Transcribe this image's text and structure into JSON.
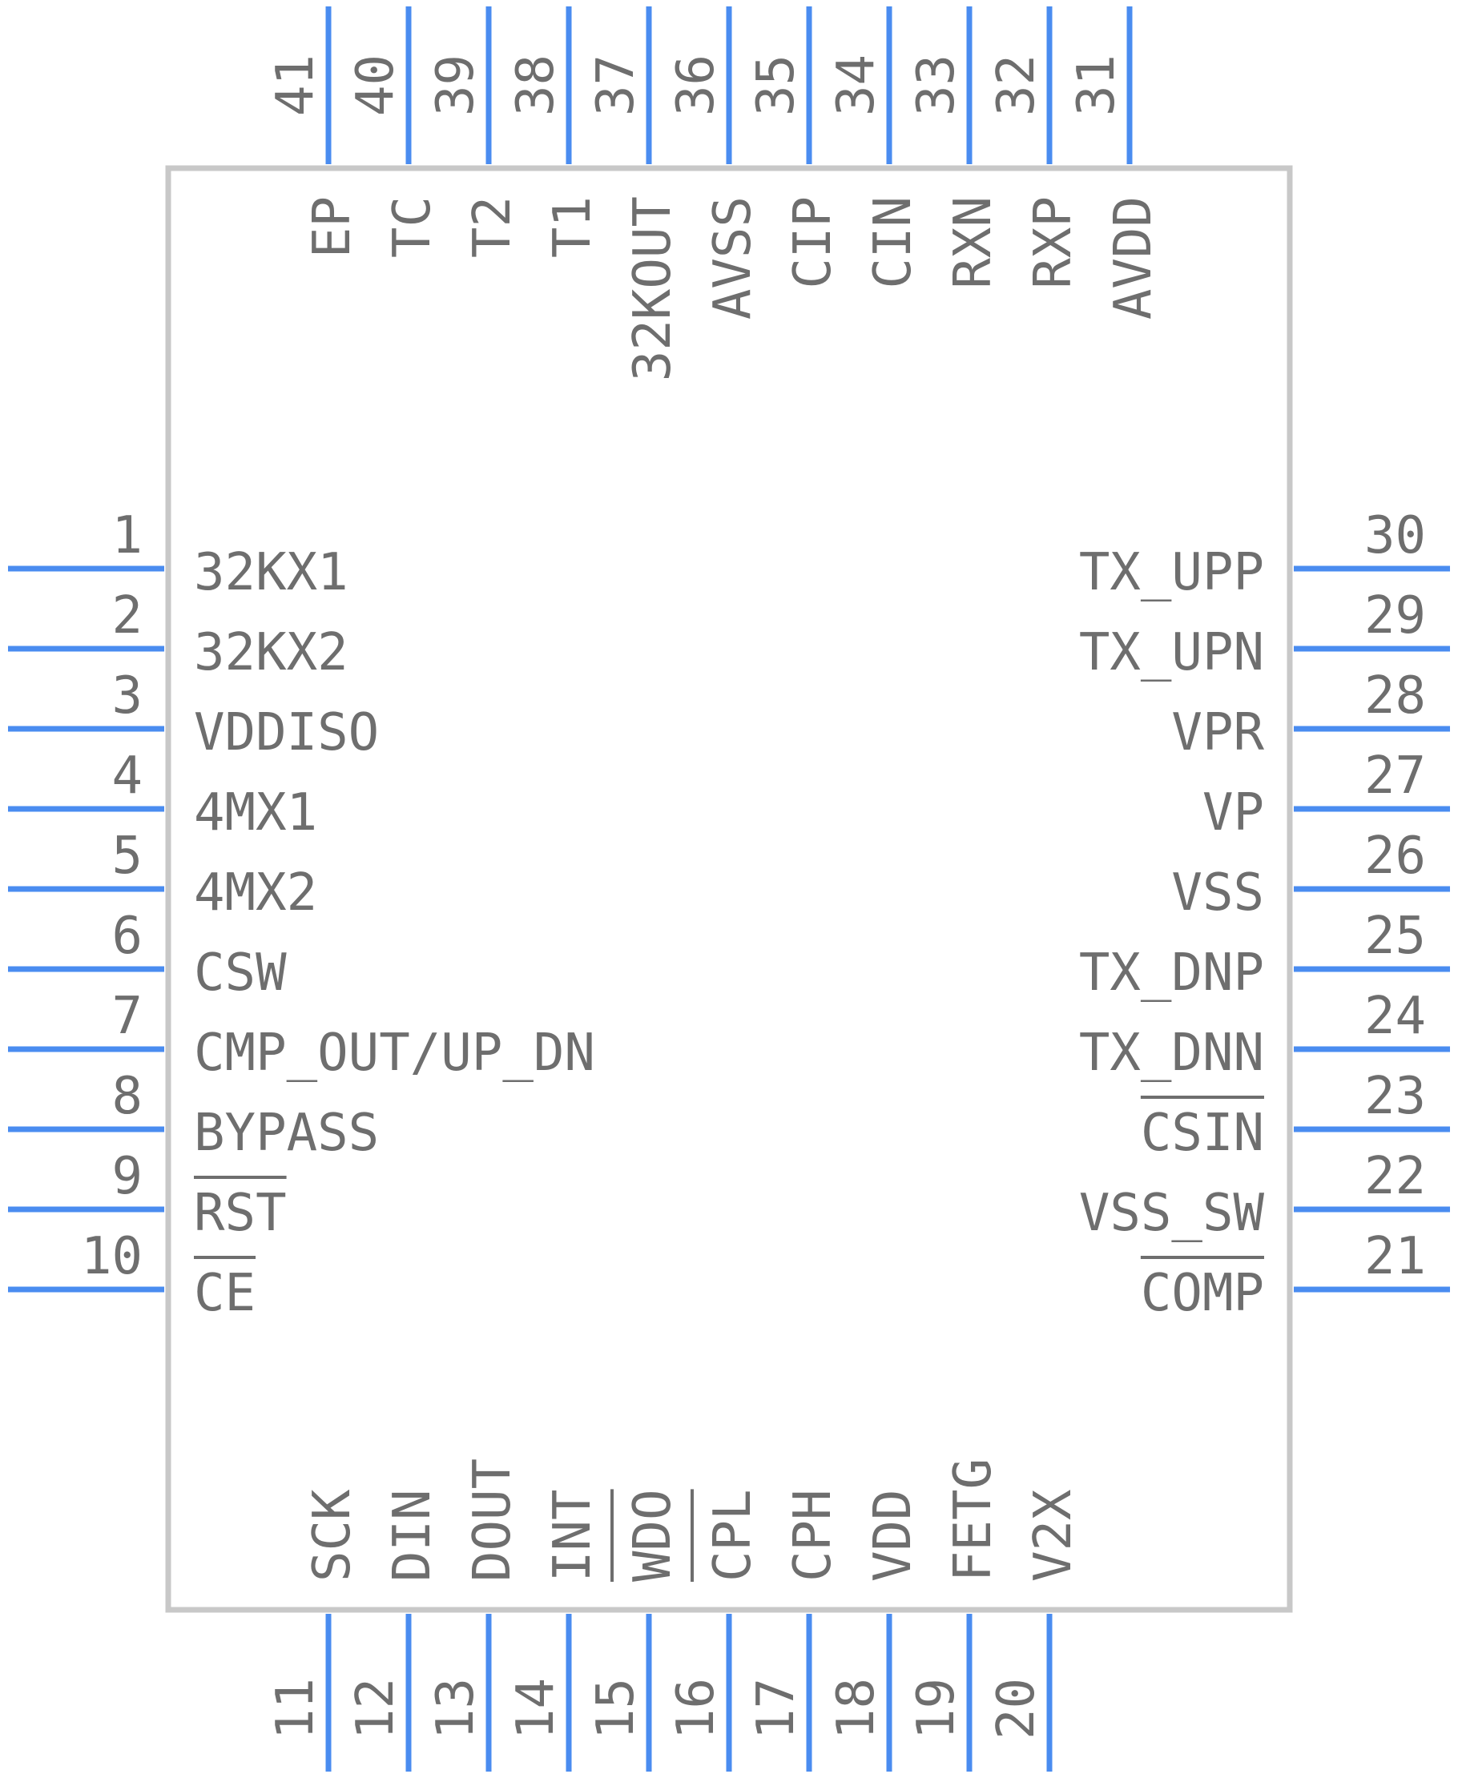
{
  "component": {
    "pins_left": [
      {
        "number": "1",
        "name": "32KX1"
      },
      {
        "number": "2",
        "name": "32KX2"
      },
      {
        "number": "3",
        "name": "VDDISO"
      },
      {
        "number": "4",
        "name": "4MX1"
      },
      {
        "number": "5",
        "name": "4MX2"
      },
      {
        "number": "6",
        "name": "CSW"
      },
      {
        "number": "7",
        "name": "CMP_OUT/UP_DN"
      },
      {
        "number": "8",
        "name": "BYPASS"
      },
      {
        "number": "9",
        "name": "RST"
      },
      {
        "number": "10",
        "name": "CE"
      }
    ],
    "pins_bottom": [
      {
        "number": "11",
        "name": "SCK"
      },
      {
        "number": "12",
        "name": "DIN"
      },
      {
        "number": "13",
        "name": "DOUT"
      },
      {
        "number": "14",
        "name": "INT"
      },
      {
        "number": "15",
        "name": "WDO"
      },
      {
        "number": "16",
        "name": "CPL"
      },
      {
        "number": "17",
        "name": "CPH"
      },
      {
        "number": "18",
        "name": "VDD"
      },
      {
        "number": "19",
        "name": "FETG"
      },
      {
        "number": "20",
        "name": "V2X"
      }
    ],
    "pins_right": [
      {
        "number": "21",
        "name": "COMP"
      },
      {
        "number": "22",
        "name": "VSS_SW"
      },
      {
        "number": "23",
        "name": "CSIN"
      },
      {
        "number": "24",
        "name": "TX_DNN"
      },
      {
        "number": "25",
        "name": "TX_DNP"
      },
      {
        "number": "26",
        "name": "VSS"
      },
      {
        "number": "27",
        "name": "VP"
      },
      {
        "number": "28",
        "name": "VPR"
      },
      {
        "number": "29",
        "name": "TX_UPN"
      },
      {
        "number": "30",
        "name": "TX_UPP"
      }
    ],
    "pins_top": [
      {
        "number": "31",
        "name": "AVDD"
      },
      {
        "number": "32",
        "name": "RXP"
      },
      {
        "number": "33",
        "name": "RXN"
      },
      {
        "number": "34",
        "name": "CIN"
      },
      {
        "number": "35",
        "name": "CIP"
      },
      {
        "number": "36",
        "name": "AVSS"
      },
      {
        "number": "37",
        "name": "32KOUT"
      },
      {
        "number": "38",
        "name": "T1"
      },
      {
        "number": "39",
        "name": "T2"
      },
      {
        "number": "40",
        "name": "TC"
      },
      {
        "number": "41",
        "name": "EP"
      }
    ],
    "active_low_pins": [
      "9",
      "10",
      "14",
      "15",
      "21",
      "23"
    ]
  },
  "colors": {
    "pin_line": "#4a8cf0",
    "body_outline": "#c8c8c8",
    "text": "#6e6e6e",
    "background": "#ffffff"
  }
}
